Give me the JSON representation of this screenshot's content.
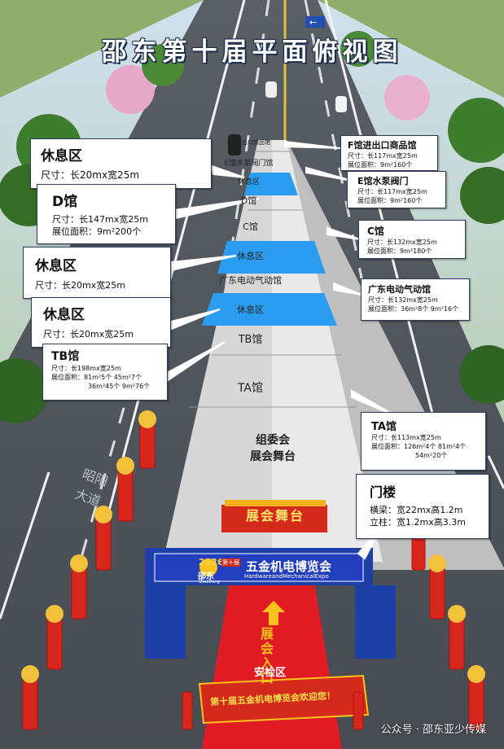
{
  "title": "邵东第十届平面俯视图",
  "road_sign": "←",
  "callouts": {
    "rest_top": {
      "title": "休息区",
      "size": "尺寸：长20mx宽25m"
    },
    "hall_d": {
      "title": "D馆",
      "size": "尺寸：长147mx宽25m",
      "area": "展位面积：9m²200个"
    },
    "rest_mid": {
      "title": "休息区",
      "size": "尺寸：长20mx宽25m"
    },
    "rest_low": {
      "title": "休息区",
      "size": "尺寸：长20mx宽25m"
    },
    "hall_tb": {
      "title": "TB馆",
      "size": "尺寸：长198mx宽25m",
      "area1": "展位面积：81m²5个  45m²7个",
      "area2": "36m²45个    9m²76个"
    },
    "hall_f": {
      "title": "F馆进出口商品馆",
      "size": "尺寸：长117mx宽25m",
      "area": "展位面积：9m²160个"
    },
    "hall_e": {
      "title": "E馆水泵阀门",
      "size": "尺寸：长117mx宽25m",
      "area": "展位面积：9m²160个"
    },
    "hall_c": {
      "title": "C馆",
      "size": "尺寸：长132mx宽25m",
      "area": "展位面积：9m²180个"
    },
    "hall_gd": {
      "title": "广东电动气动馆",
      "size": "尺寸：长132mx宽25m",
      "area": "展位面积：36m²8个  9m²16个"
    },
    "hall_ta": {
      "title": "TA馆",
      "size": "尺寸：长113mx宽25m",
      "area1": "展位面积：126m²4个      81m²4个",
      "area2": "54m²20个"
    },
    "gate": {
      "title": "门楼",
      "beam": "横梁：宽22mx高1.2m",
      "pillar": "立柱：宽1.2mx高3.3m"
    }
  },
  "halls": {
    "f": "F馆进出口商品馆",
    "e": "E馆水泵阀门馆",
    "rest1": "休息区",
    "d": "D馆",
    "c": "C馆",
    "rest2": "休息区",
    "gd": "广东电动气动馆",
    "rest3": "休息区",
    "tb": "TB馆",
    "ta": "TA馆",
    "org1": "组委会",
    "org2": "展会舞台"
  },
  "stage": "展会舞台",
  "gate": {
    "year": "2026",
    "brand": "邵东",
    "brand_small": "ShaoDong",
    "edition": "第十届",
    "title": "五金机电博览会",
    "subtitle": "HardwareandMechanicalExpo"
  },
  "carpet": {
    "entrance": "展会入口",
    "security": "安检区",
    "banner": "第十届五金机电博览会欢迎您！"
  },
  "road_text": "昭阳大道",
  "watermark": "公众号 · 邵东亚少传媒",
  "colors": {
    "hall_gray": "#d8d8d8",
    "rest_blue": "#2a9df0",
    "gate_blue": "#1d3fa8",
    "carpet_red": "#e01b24",
    "stage_red": "#d42a1c"
  }
}
